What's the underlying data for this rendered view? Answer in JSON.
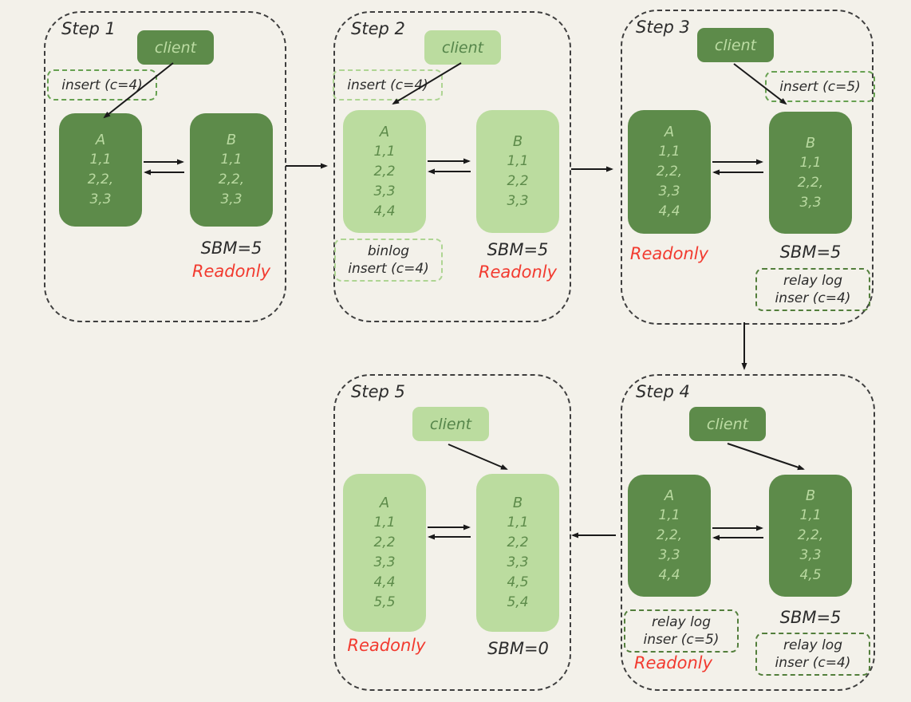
{
  "colors": {
    "background": "#f3f1ea",
    "node_dark_fill": "#5d8b4a",
    "node_dark_text": "#b9d9a0",
    "node_light_fill": "#bbdc9f",
    "node_light_text": "#5d8b4a",
    "container_dash": "#3e3e3e",
    "tag_dash_medium_green": "#67a151",
    "tag_dash_light_green": "#aed593",
    "tag_dash_dark_green": "#527e3b",
    "readonly_red": "#f23a2f",
    "arrow_black": "#1a1a1a"
  },
  "steps": [
    {
      "label": "Step 1",
      "client_label": "client",
      "insert_tag": "insert (c=4)",
      "node_a": {
        "title": "A",
        "rows": [
          "1,1",
          "2,2,",
          "3,3"
        ]
      },
      "node_b": {
        "title": "B",
        "rows": [
          "1,1",
          "2,2,",
          "3,3"
        ]
      },
      "sbm": "SBM=5",
      "readonly_label": "Readonly"
    },
    {
      "label": "Step 2",
      "client_label": "client",
      "insert_tag": "insert (c=4)",
      "node_a": {
        "title": "A",
        "rows": [
          "1,1",
          "2,2",
          "3,3",
          "4,4"
        ]
      },
      "node_b": {
        "title": "B",
        "rows": [
          "1,1",
          "2,2",
          "3,3"
        ]
      },
      "binlog_tag": [
        "binlog",
        "insert (c=4)"
      ],
      "sbm": "SBM=5",
      "readonly_label": "Readonly"
    },
    {
      "label": "Step 3",
      "client_label": "client",
      "insert_tag": "insert (c=5)",
      "node_a": {
        "title": "A",
        "rows": [
          "1,1",
          "2,2,",
          "3,3",
          "4,4"
        ]
      },
      "node_b": {
        "title": "B",
        "rows": [
          "1,1",
          "2,2,",
          "3,3"
        ]
      },
      "readonly_label": "Readonly",
      "sbm": "SBM=5",
      "relay_tag_b": [
        "relay log",
        "inser (c=4)"
      ]
    },
    {
      "label": "Step 4",
      "client_label": "client",
      "node_a": {
        "title": "A",
        "rows": [
          "1,1",
          "2,2,",
          "3,3",
          "4,4"
        ]
      },
      "node_b": {
        "title": "B",
        "rows": [
          "1,1",
          "2,2,",
          "3,3",
          "4,5"
        ]
      },
      "relay_tag_a": [
        "relay log",
        "inser (c=5)"
      ],
      "readonly_label": "Readonly",
      "sbm": "SBM=5",
      "relay_tag_b": [
        "relay log",
        "inser (c=4)"
      ]
    },
    {
      "label": "Step 5",
      "client_label": "client",
      "node_a": {
        "title": "A",
        "rows": [
          "1,1",
          "2,2",
          "3,3",
          "4,4",
          "5,5"
        ]
      },
      "node_b": {
        "title": "B",
        "rows": [
          "1,1",
          "2,2",
          "3,3",
          "4,5",
          "5,4"
        ]
      },
      "readonly_label": "Readonly",
      "sbm": "SBM=0"
    }
  ]
}
